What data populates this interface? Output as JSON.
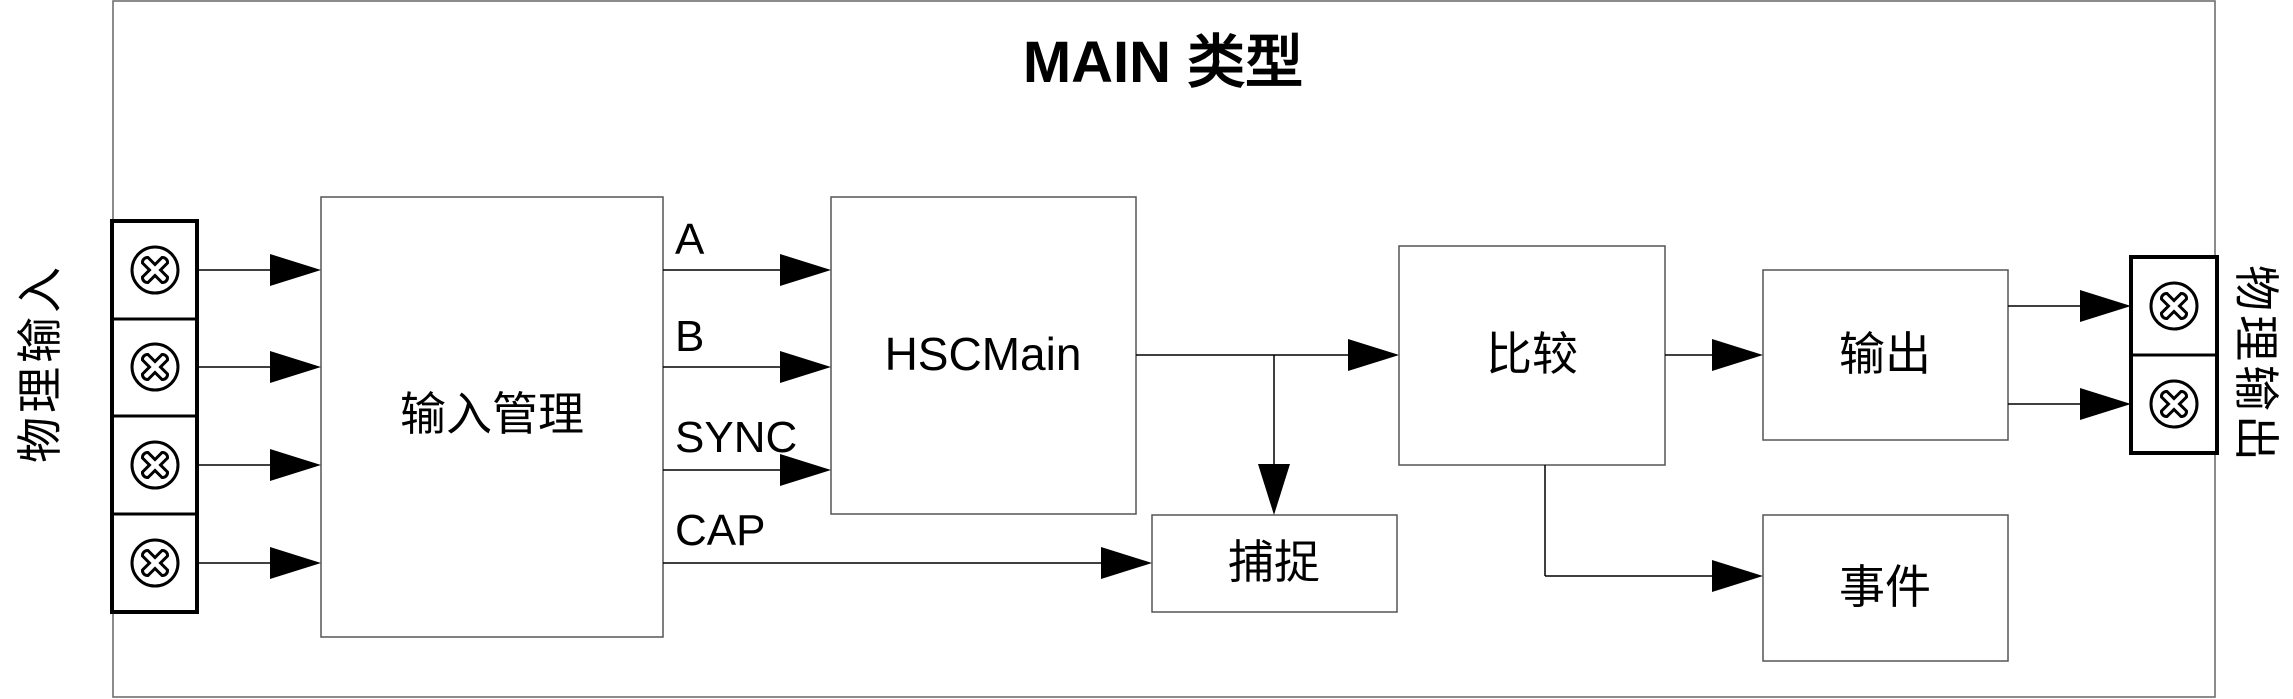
{
  "title": "MAIN 类型",
  "left_side_label": "物理输入",
  "right_side_label": "物理输出",
  "blocks": {
    "input_mgmt": "输入管理",
    "hscmain": "HSCMain",
    "capture": "捕捉",
    "compare": "比较",
    "output": "输出",
    "event": "事件"
  },
  "signals": [
    "A",
    "B",
    "SYNC",
    "CAP"
  ],
  "input_terminal_count": 4,
  "output_terminal_count": 2,
  "icons": {
    "terminal_screw": "screw-terminal-icon"
  }
}
